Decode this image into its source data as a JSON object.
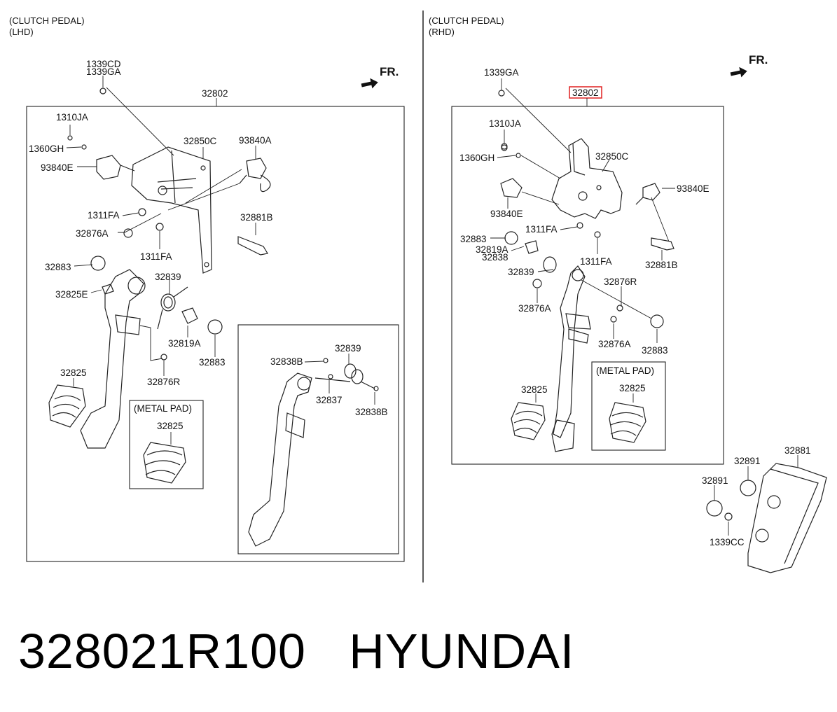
{
  "left": {
    "header": [
      "(CLUTCH PEDAL)",
      "(LHD)"
    ],
    "fr": "FR.",
    "labels": [
      "1339CD",
      "1339GA",
      "32802",
      "1310JA",
      "1360GH",
      "32850C",
      "93840A",
      "93840E",
      "1311FA",
      "32881B",
      "32876A",
      "1311FA",
      "32883",
      "32839",
      "32825E",
      "32819A",
      "32883",
      "32876R",
      "32825",
      "(METAL PAD)",
      "32825",
      "32838B",
      "32839",
      "32837",
      "32838B"
    ]
  },
  "right": {
    "header": [
      "(CLUTCH PEDAL)",
      "(RHD)"
    ],
    "fr": "FR.",
    "labels": [
      "1339GA",
      "32802",
      "1310JA",
      "1360GH",
      "32850C",
      "93840E",
      "93840E",
      "1311FA",
      "32883",
      "32819A",
      "32838",
      "1311FA",
      "32881B",
      "32839",
      "32876R",
      "32876A",
      "32876A",
      "32883",
      "(METAL PAD)",
      "32825",
      "32825",
      "32881",
      "32891",
      "32891",
      "1339CC"
    ],
    "highlighted": "32802",
    "highlight_color": "#e02020"
  },
  "footer": {
    "part_number": "328021R100",
    "brand": "HYUNDAI"
  }
}
